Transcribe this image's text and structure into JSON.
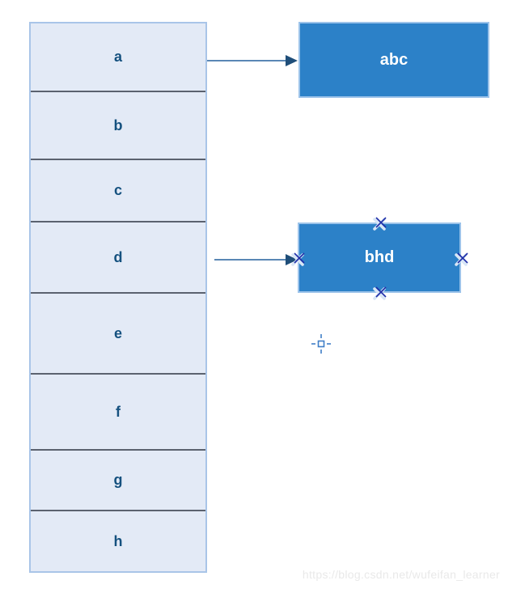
{
  "column": {
    "cells": [
      "a",
      "b",
      "c",
      "d",
      "e",
      "f",
      "g",
      "h"
    ]
  },
  "shapes": {
    "abc": {
      "label": "abc"
    },
    "bhd": {
      "label": "bhd"
    }
  },
  "connectors": [
    {
      "name": "arrow-a-to-abc",
      "from": "cell-a",
      "to": "shape-abc"
    },
    {
      "name": "arrow-d-to-bhd",
      "from": "cell-d",
      "to": "shape-bhd"
    }
  ],
  "icons": {
    "connection_point": "x-cross-marker",
    "crosshair": "crosshair-cursor-marker"
  },
  "colors": {
    "shape_fill": "#2c81c8",
    "shape_border": "#9cc3ea",
    "cell_fill": "#e3eaf6",
    "cell_border": "#a9c5e8",
    "cell_separator": "#5b626f",
    "cell_text": "#15517f",
    "shape_text": "#ffffff",
    "arrow_line": "#5a87b5",
    "arrow_head": "#1f4e79",
    "connection_point": "#1e2ea8",
    "crosshair": "#3f7ec7",
    "watermark_text": "#e9e9e9"
  },
  "watermark": "https://blog.csdn.net/wufeifan_learner"
}
